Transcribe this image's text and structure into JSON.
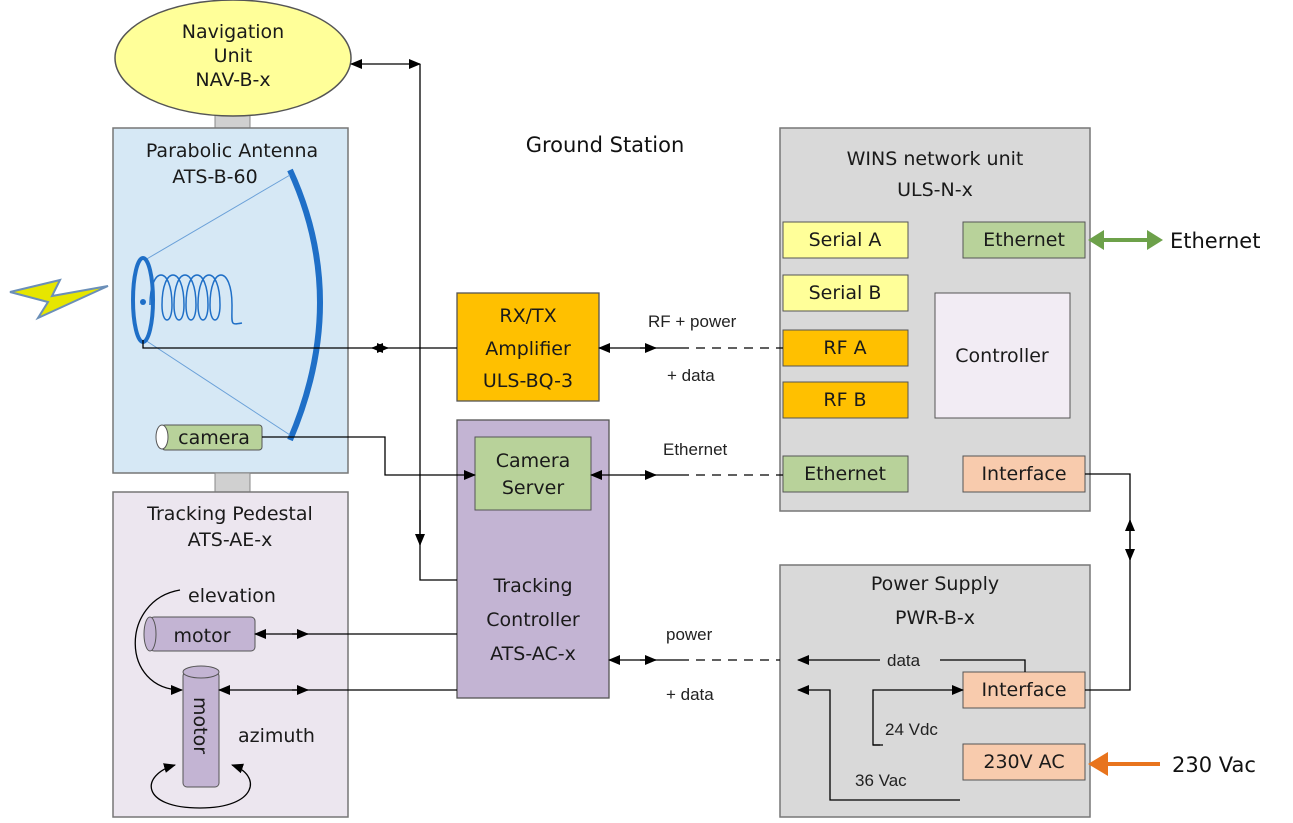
{
  "title": "Ground Station",
  "nav_unit": {
    "line1": "Navigation",
    "line2": "Unit",
    "line3": "NAV-B-x"
  },
  "antenna": {
    "line1": "Parabolic Antenna",
    "line2": "ATS-B-60",
    "camera": "camera"
  },
  "pedestal": {
    "line1": "Tracking Pedestal",
    "line2": "ATS-AE-x",
    "elevation": "elevation",
    "azimuth": "azimuth",
    "motor_elev": "motor",
    "motor_az": "motor"
  },
  "amplifier": {
    "line1": "RX/TX",
    "line2": "Amplifier",
    "line3": "ULS-BQ-3"
  },
  "tracking_controller": {
    "line1": "Tracking",
    "line2": "Controller",
    "line3": "ATS-AC-x",
    "camera_line1": "Camera",
    "camera_line2": "Server"
  },
  "wins": {
    "line1": "WINS network unit",
    "line2": "ULS-N-x",
    "serial_a": "Serial   A",
    "serial_b": "Serial   B",
    "rf_a": "RF   A",
    "rf_b": "RF   B",
    "controller": "Controller",
    "ethernet_top": "Ethernet",
    "ethernet_bottom": "Ethernet",
    "interface": "Interface"
  },
  "power_supply": {
    "line1": "Power Supply",
    "line2": "PWR-B-x",
    "interface": "Interface",
    "ac": "230V AC",
    "v24": "24 Vdc",
    "v36": "36 Vac",
    "data": "data"
  },
  "connections": {
    "rf_power": "RF + power",
    "rf_data": "+ data",
    "ethernet": "Ethernet",
    "power": "power",
    "power_data": "+ data"
  },
  "external": {
    "ethernet": "Ethernet",
    "vac": "230 Vac"
  },
  "colors": {
    "blue_panel": "#d6e8f5",
    "lavender_panel": "#ece6ef",
    "purple": "#c3b4d3",
    "gray": "#d9d9d9",
    "orange": "#ffc000",
    "yellow": "#ffff99",
    "green": "#b8d29a",
    "peach": "#f8cbad",
    "nav_yellow": "#ffff99",
    "arrow_green": "#6da14a",
    "arrow_orange": "#e8741d"
  }
}
